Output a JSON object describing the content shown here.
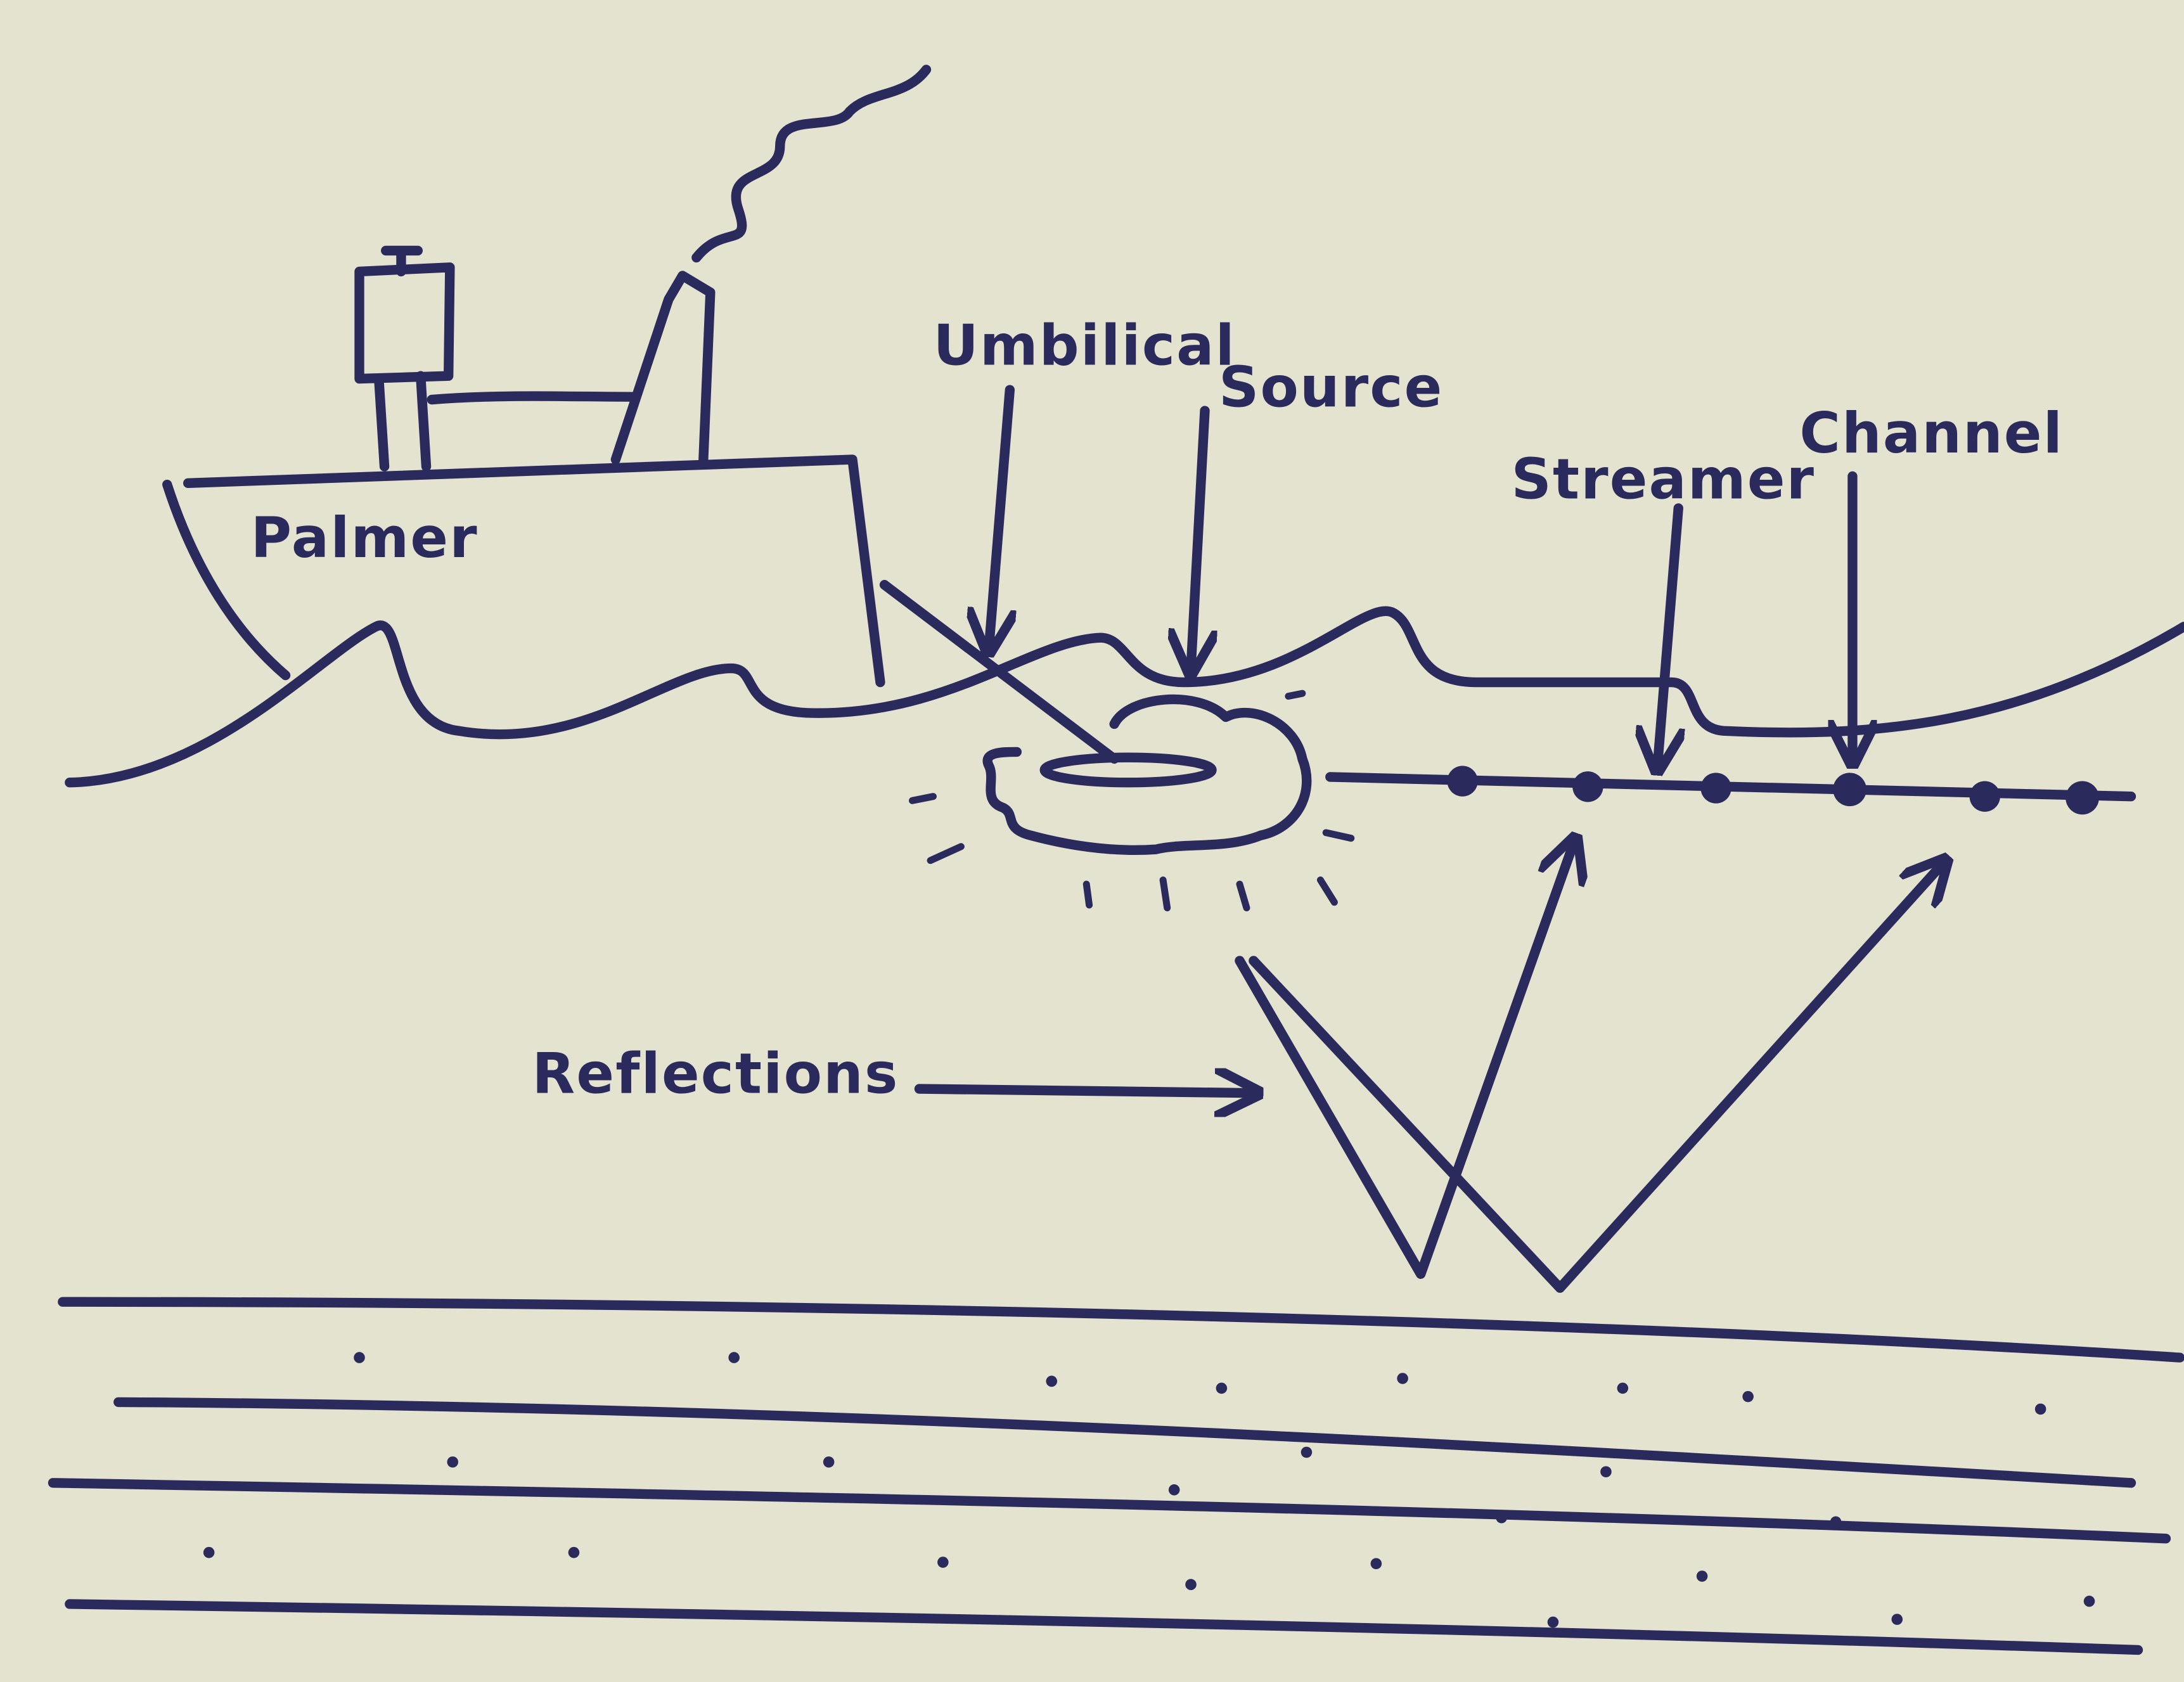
{
  "diagram": {
    "labels": {
      "ship_name": "Palmer",
      "umbilical": "Umbilical",
      "source": "Source",
      "streamer": "Streamer",
      "channel": "Channel",
      "reflections": "Reflections"
    },
    "colors": {
      "paper": "#e4e3cf",
      "ink": "#2b2a5c"
    }
  }
}
